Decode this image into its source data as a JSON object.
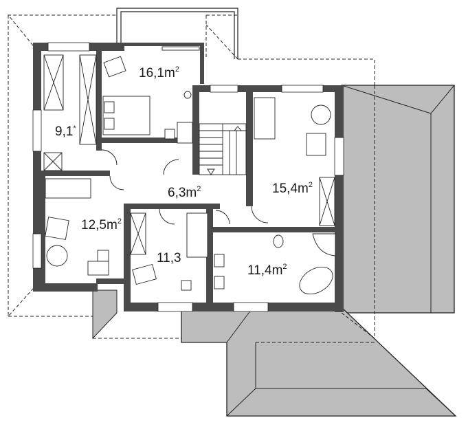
{
  "rooms": [
    {
      "id": "bedroom-master",
      "area": "16,1",
      "unit": "m",
      "sup": "2"
    },
    {
      "id": "dressing",
      "area": "9,1",
      "unit": "",
      "sup": "*"
    },
    {
      "id": "hall",
      "area": "6,3",
      "unit": "m",
      "sup": "2"
    },
    {
      "id": "bedroom-right",
      "area": "15,4",
      "unit": "m",
      "sup": "2"
    },
    {
      "id": "bedroom-left",
      "area": "12,5",
      "unit": "m",
      "sup": "2"
    },
    {
      "id": "bedroom-small",
      "area": "11,3",
      "unit": "",
      "sup": ""
    },
    {
      "id": "bathroom",
      "area": "11,4",
      "unit": "m",
      "sup": "2"
    }
  ],
  "colors": {
    "wall": "#4a4a4a",
    "roof": "#bdbdbd",
    "line": "#222222"
  }
}
